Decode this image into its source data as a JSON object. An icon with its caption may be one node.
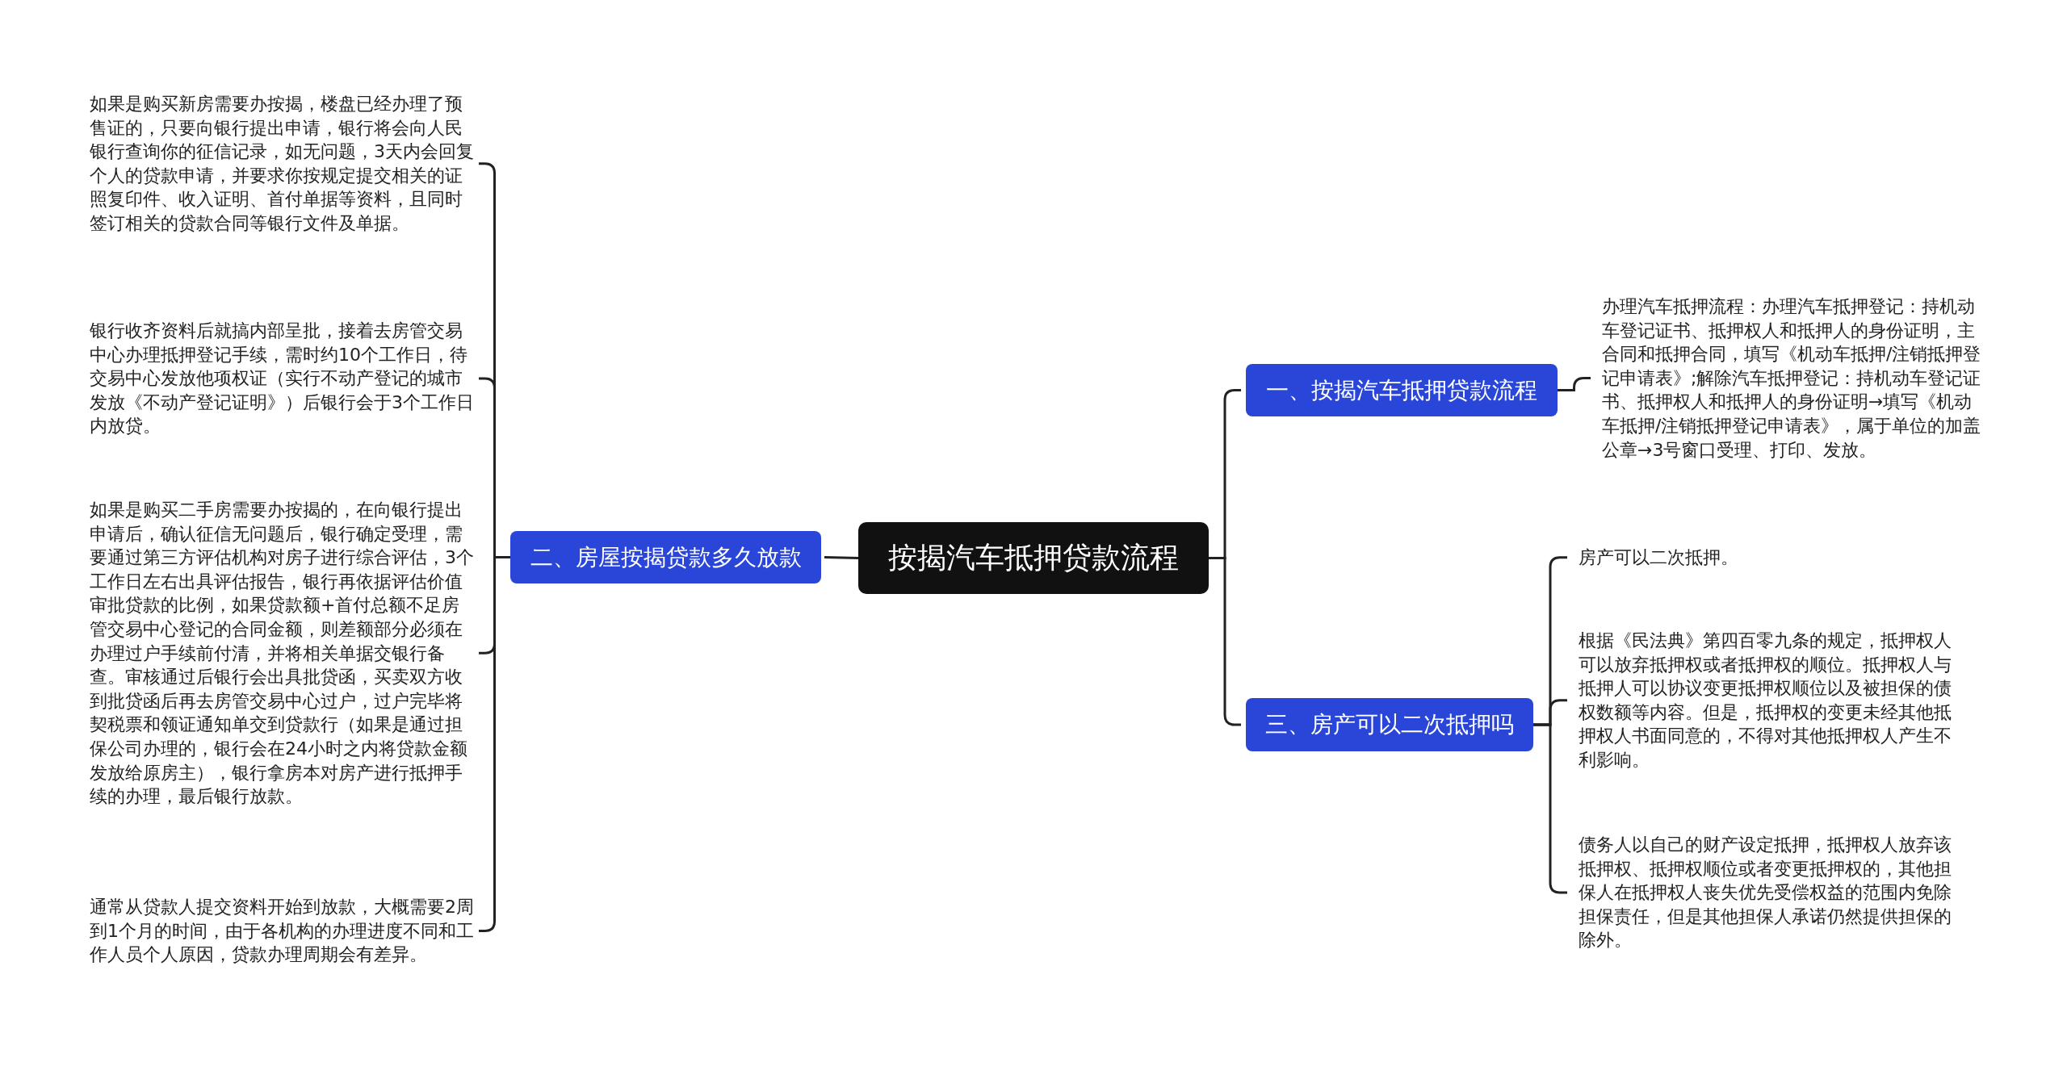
{
  "diagram": {
    "nodes": [
      {
        "text": [
          "按揭汽车抵押贷款流程"
        ]
      },
      {
        "text": [
          "二、房屋按揭贷款多久放款"
        ]
      },
      {
        "text": [
          "如果是购买新房需要办按揭，楼盘已经办理了预售证的，只要向银行提出申请，银行将会向人民银行查询你的征信记录，如无问题，3天内会回复个人的贷款申请，并要求你按规定提交相关的证照复印件、收入证明、首付单据等资料，且同时签订相关的贷款合同等银行文件及单据。"
        ]
      },
      {
        "text": [
          "银行收齐资料后就搞内部呈批，接着去房管交易中心办理抵押登记手续，需时约10个工作日，待交易中心发放他项权证（实行不动产登记的城市发放《不动产登记证明》）后银行会于3个工作日内放贷。"
        ]
      },
      {
        "text": [
          "如果是购买二手房需要办按揭的，在向银行提出申请后，确认征信无问题后，银行确定受理，需要通过第三方评估机构对房子进行综合评估，3个工作日左右出具评估报告，银行再依据评估价值审批贷款的比例，如果贷款额+首付总额不足房管交易中心登记的合同金额，则差额部分必须在办理过户手续前付清，并将相关单据交银行备查。审核通过后银行会出具批贷函，买卖双方收到批贷函后再去房管交易中心过户，过户完毕将契税票和领证通知单交到贷款行（如果是通过担保公司办理的，银行会在24小时之内将贷款金额发放给原房主），银行拿房本对房产进行抵押手续的办理，最后银行放款。"
        ]
      },
      {
        "text": [
          "通常从贷款人提交资料开始到放款，大概需要2周到1个月的时间，由于各机构的办理进度不同和工作人员个人原因，贷款办理周期会有差异。"
        ]
      },
      {
        "text": [
          "一、按揭汽车抵押贷款流程"
        ]
      },
      {
        "text": [
          "办理汽车抵押流程：办理汽车抵押登记：持机动车登记证书、抵押权人和抵押人的身份证明，主合同和抵押合同，填写《机动车抵押/注销抵押登记申请表》;解除汽车抵押登记：持机动车登记证书、抵押权人和抵押人的身份证明→填写《机动车抵押/注销抵押登记申请表》，属于单位的加盖公章→3号窗口受理、打印、发放。"
        ]
      },
      {
        "text": [
          "三、房产可以二次抵押吗"
        ]
      },
      {
        "text": [
          "房产可以二次抵押。"
        ]
      },
      {
        "text": [
          "根据《民法典》第四百零九条的规定，抵押权人可以放弃抵押权或者抵押权的顺位。抵押权人与抵押人可以协议变更抵押权顺位以及被担保的债权数额等内容。但是，抵押权的变更未经其他抵押权人书面同意的，不得对其他抵押权人产生不利影响。"
        ]
      },
      {
        "text": [
          "债务人以自己的财产设定抵押，抵押权人放弃该抵押权、抵押权顺位或者变更抵押权的，其他担保人在抵押权人丧失优先受偿权益的范围内免除担保责任，但是其他担保人承诺仍然提供担保的除外。"
        ]
      }
    ],
    "edges": [
      {
        "from": 0,
        "to": 1,
        "arrow": "none"
      },
      {
        "from": 1,
        "to": 2,
        "arrow": "none"
      },
      {
        "from": 1,
        "to": 3,
        "arrow": "none"
      },
      {
        "from": 1,
        "to": 4,
        "arrow": "none"
      },
      {
        "from": 1,
        "to": 5,
        "arrow": "none"
      },
      {
        "from": 0,
        "to": 6,
        "arrow": "none"
      },
      {
        "from": 6,
        "to": 7,
        "arrow": "none"
      },
      {
        "from": 0,
        "to": 8,
        "arrow": "none"
      },
      {
        "from": 8,
        "to": 9,
        "arrow": "none"
      },
      {
        "from": 8,
        "to": 10,
        "arrow": "none"
      },
      {
        "from": 8,
        "to": 11,
        "arrow": "none"
      }
    ]
  }
}
